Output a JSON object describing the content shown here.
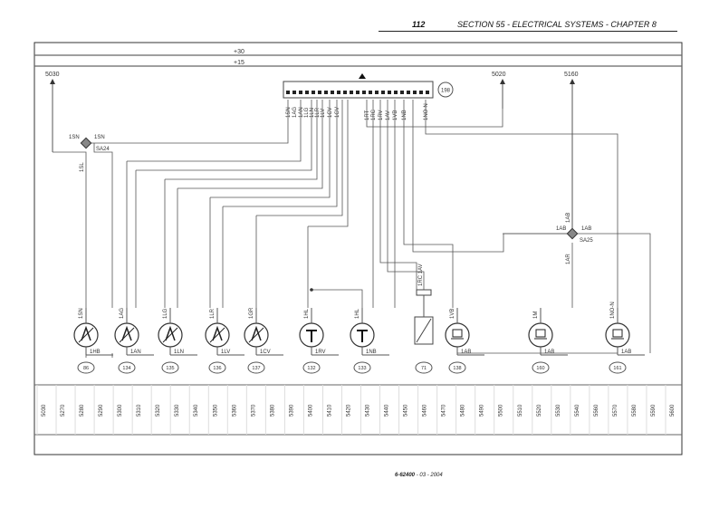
{
  "header": {
    "page_number": "112",
    "section_title": "SECTION 55 - ELECTRICAL SYSTEMS - CHAPTER 8"
  },
  "footer": {
    "doc_code": "6-62400",
    "date_suffix": " - 03 - 2004"
  },
  "diagram": {
    "rails": [
      "+30",
      "+15"
    ],
    "terminals": [
      "5030",
      "5020",
      "5160"
    ],
    "connector_ref": "198",
    "nodes": [
      {
        "id": "SA24",
        "left_label": "1SN",
        "right_label": "1SN",
        "down_label": "1SL"
      },
      {
        "id": "SA25",
        "left_label": "1AB",
        "right_label": "1AB",
        "up_label": "1AB",
        "down_label": "1AR"
      }
    ],
    "connector_wires_left": [
      "1SN",
      "1AG",
      "1AN",
      "1LG",
      "1LN",
      "1LR",
      "1LV",
      "1CV",
      "1GV"
    ],
    "connector_wires_right": [
      "1RT",
      "1RC",
      "1RV",
      "1AV",
      "1VB",
      "1NB",
      "1NO-N"
    ],
    "components": [
      {
        "ref": "86",
        "top_label": "1SN",
        "bottom_label": "1HB"
      },
      {
        "ref": "134",
        "top_label": "1AG",
        "bottom_label": "1AN"
      },
      {
        "ref": "135",
        "top_label": "1LG",
        "bottom_label": "1LN"
      },
      {
        "ref": "136",
        "top_label": "1LR",
        "bottom_label": "1LV"
      },
      {
        "ref": "137",
        "top_label": "1GR",
        "bottom_label": "1CV"
      },
      {
        "ref": "132",
        "top_label": "1HL",
        "bottom_label": "1RV"
      },
      {
        "ref": "133",
        "top_label": "1HL",
        "bottom_label": "1NB"
      },
      {
        "ref": "71",
        "top_label": "1RC 1AV",
        "bottom_label": ""
      },
      {
        "ref": "138",
        "top_label": "1VB",
        "bottom_label": "1AB"
      },
      {
        "ref": "160",
        "top_label": "1M",
        "bottom_label": "1AB"
      },
      {
        "ref": "161",
        "top_label": "1NO-N",
        "bottom_label": "1AB"
      }
    ],
    "grid_numbers": [
      "5030",
      "5270",
      "5280",
      "5290",
      "5300",
      "5310",
      "5320",
      "5330",
      "5340",
      "5350",
      "5360",
      "5370",
      "5380",
      "5390",
      "5400",
      "5410",
      "5420",
      "5430",
      "5440",
      "5450",
      "5460",
      "5470",
      "5480",
      "5490",
      "5500",
      "5510",
      "5520",
      "5530",
      "5540",
      "5560",
      "5570",
      "5580",
      "5590",
      "5600"
    ]
  }
}
